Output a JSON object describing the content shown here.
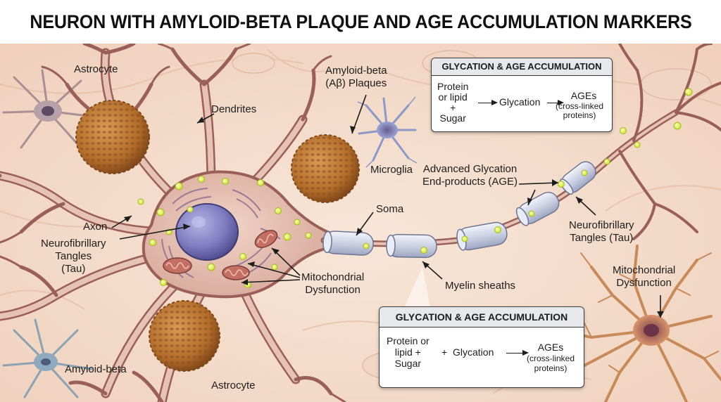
{
  "title": "NEURON WITH AMYLOID-BETA PLAQUE AND AGE ACCUMULATION MARKERS",
  "labels": {
    "astrocyte_top": "Astrocyte",
    "dendrites": "Dendrites",
    "amyloid_plaques": "Amyloid-beta\n(Aβ) Plaques",
    "microglia": "Microglia",
    "age_label": "Advanced Glycation\nEnd-products (AGE)",
    "soma": "Soma",
    "axon": "Axon",
    "tangles_left": "Neurofibrillary\nTangles\n(Tau)",
    "mito_center": "Mitochondrial\nDysfunction",
    "myelin": "Myelin sheaths",
    "tangles_right": "Neurofibrillary\nTangles (Tau)",
    "mito_right": "Mitochondrial\nDysfunction",
    "amyloid_bottom": "Amyloid-beta",
    "astrocyte_bottom": "Astrocyte"
  },
  "box_top": {
    "heading": "GLYCATION & AGE ACCUMULATION",
    "input": "Protein\nor lipid\n+\nSugar",
    "process": "Glycation",
    "product": "AGEs",
    "product_note": "(cross-linked\nproteins)"
  },
  "box_bottom": {
    "heading": "GLYCATION & AGE ACCUMULATION",
    "input": "Protein or\nlipid +\nSugar",
    "plus": "+",
    "process": "Glycation",
    "product": "AGEs",
    "product_note": "(cross-linked\nproteins)"
  },
  "colors": {
    "background": "#f5ddcc",
    "neuron_membrane": "#9a5f57",
    "neuron_fill": "#e6c3b5",
    "nucleus": "#7c78b8",
    "plaque": "#b8752f",
    "age_marker": "#d8ec3a",
    "myelin": "#cfd3e2",
    "mitochondria": "#c46f64",
    "glia_blue": "#8b98c8",
    "astrocyte_orange": "#c98a5a"
  }
}
